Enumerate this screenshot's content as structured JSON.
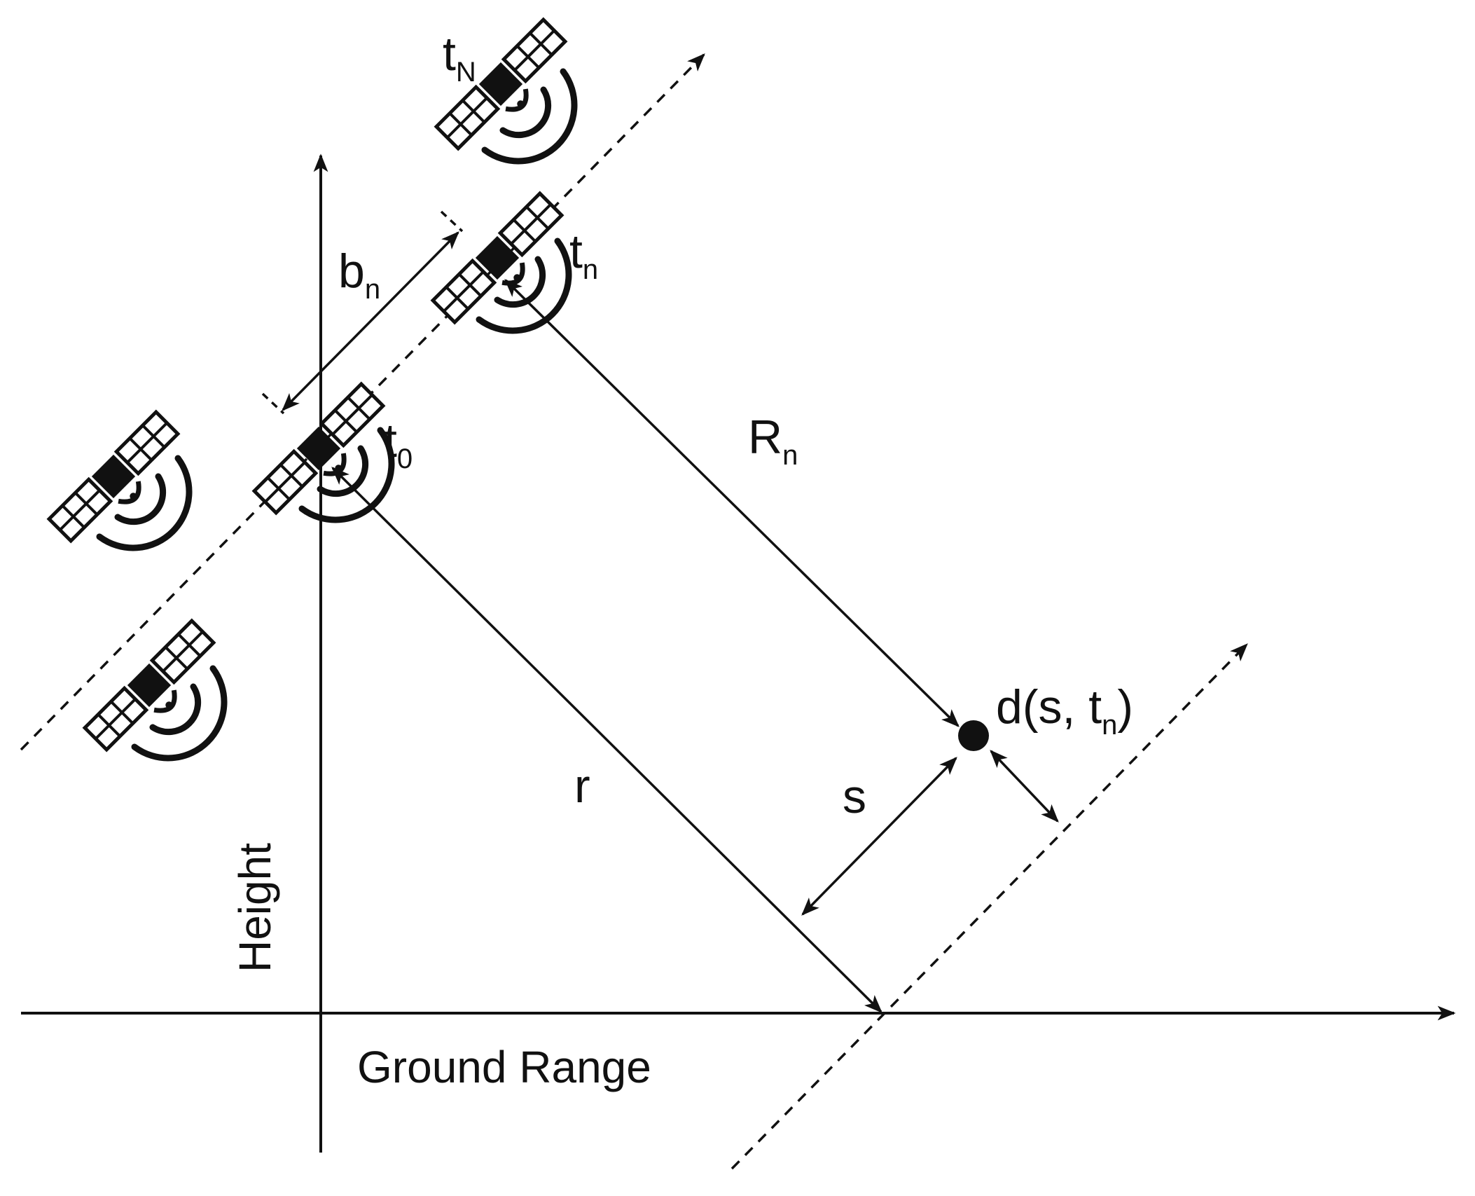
{
  "axes": {
    "x_label": "Ground Range",
    "y_label": "Height"
  },
  "satellites": {
    "t0": {
      "base": "t",
      "sub": "0"
    },
    "tn": {
      "base": "t",
      "sub": "n"
    },
    "tN": {
      "base": "t",
      "sub": "N"
    }
  },
  "quantities": {
    "baseline": {
      "base": "b",
      "sub": "n"
    },
    "range_n": {
      "base": "R",
      "sub": "n"
    },
    "range_ref": "r",
    "elevation": "s"
  },
  "target": {
    "label_prefix": "d(s, ",
    "label_base": "t",
    "label_sub": "n",
    "label_suffix": ")"
  },
  "colors": {
    "ink": "#111111",
    "background": "#ffffff"
  }
}
